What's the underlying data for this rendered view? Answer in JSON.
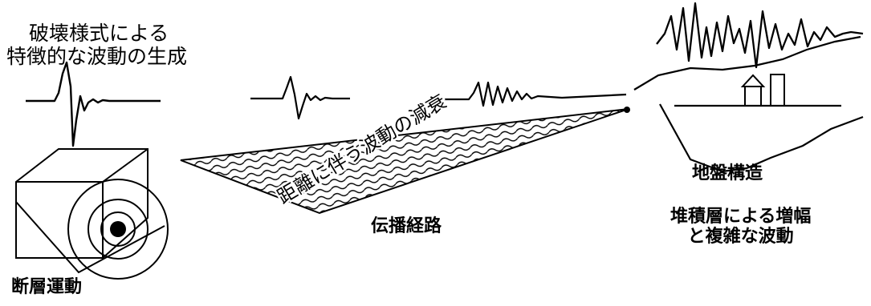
{
  "labels": {
    "source_line1": "破壊様式による",
    "source_line2": "特徴的な波動の生成",
    "fault_motion": "断層運動",
    "path_attenuation": "距離に伴う波動の減衰",
    "propagation_path": "伝播経路",
    "ground_structure": "地盤構造",
    "amplification_line1": "堆積層による増幅",
    "amplification_line2": "と複雑な波動"
  },
  "colors": {
    "ink": "#000000",
    "background": "#ffffff"
  }
}
